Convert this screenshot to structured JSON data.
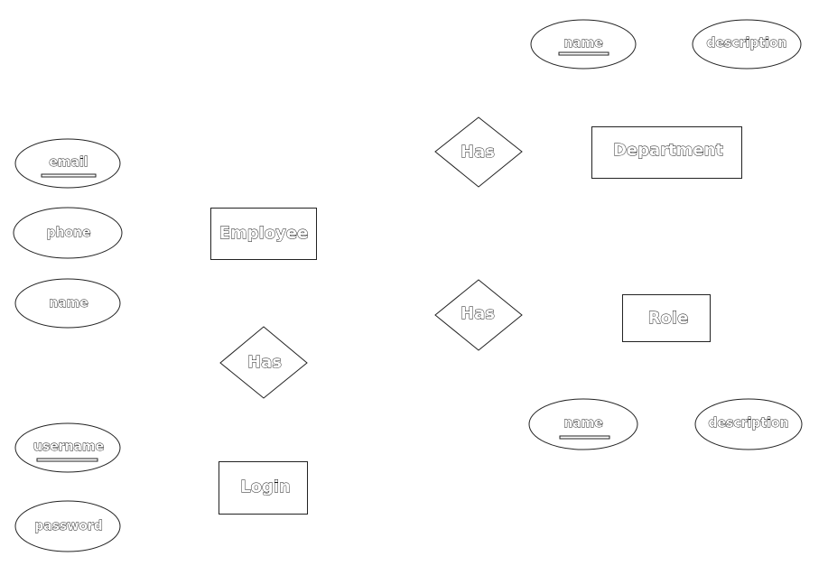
{
  "colors": {
    "background": "#ffffff",
    "stroke": "#222222",
    "text_fill": "#ffffff",
    "text_outline": "#111111"
  },
  "entities": {
    "employee": "Employee",
    "login": "Login",
    "department": "Department",
    "role": "Role"
  },
  "relationships": {
    "employee_login": "Has",
    "department": "Has",
    "role": "Has"
  },
  "attributes": {
    "email": {
      "label": "email",
      "key": true
    },
    "phone": {
      "label": "phone",
      "key": false
    },
    "employee_name": {
      "label": "name",
      "key": false
    },
    "username": {
      "label": "username",
      "key": true
    },
    "password": {
      "label": "password",
      "key": false
    },
    "department_name": {
      "label": "name",
      "key": true
    },
    "department_description": {
      "label": "description",
      "key": false
    },
    "role_name": {
      "label": "name",
      "key": true
    },
    "role_description": {
      "label": "description",
      "key": false
    }
  }
}
